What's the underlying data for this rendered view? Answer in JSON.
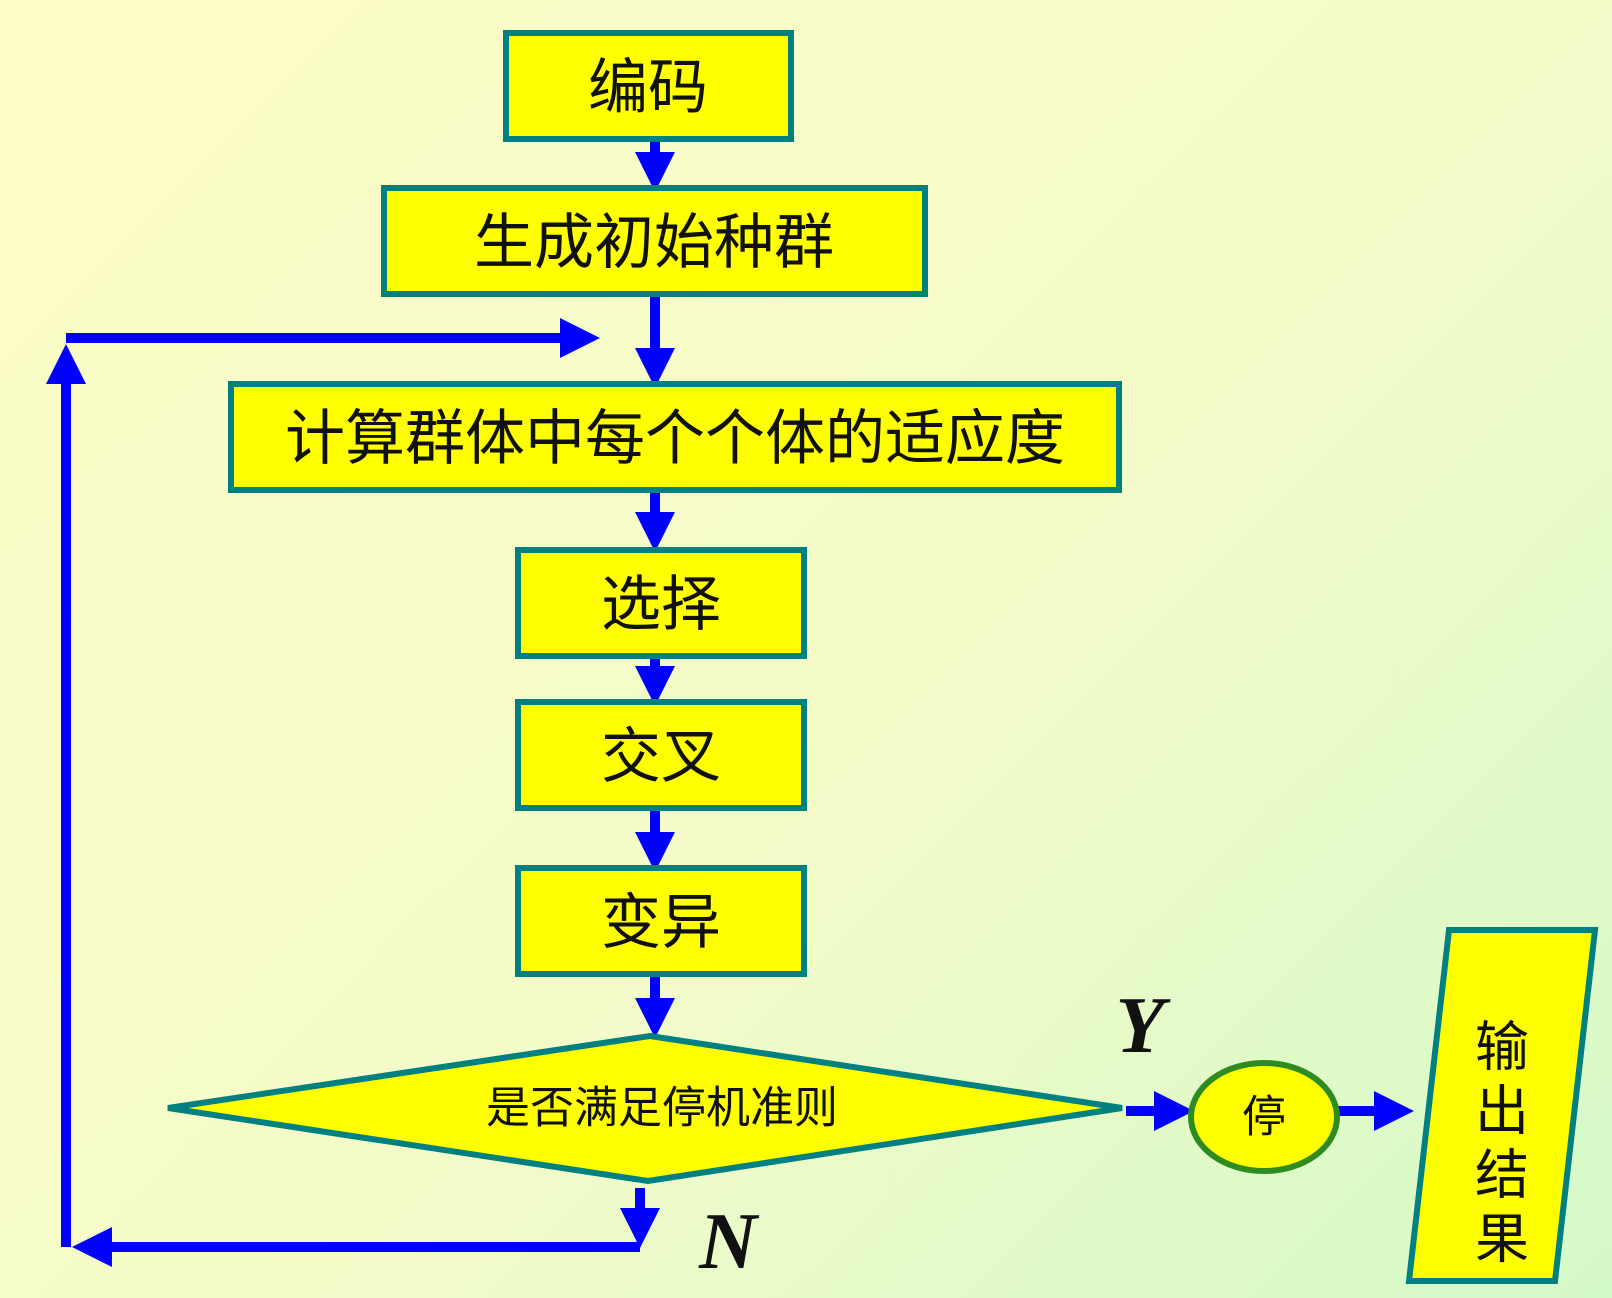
{
  "flowchart": {
    "steps": {
      "encode": "编码",
      "init_population": "生成初始种群",
      "fitness": "计算群体中每个个体的适应度",
      "selection": "选择",
      "crossover": "交叉",
      "mutation": "变异"
    },
    "decision": "是否满足停机准则",
    "yes_label": "Y",
    "no_label": "N",
    "stop": "停",
    "output": [
      "输",
      "出",
      "结",
      "果"
    ]
  },
  "colors": {
    "box_fill": "#ffff00",
    "box_border": "#008080",
    "arrow": "#0000ff",
    "stop_border": "#2e8b1f"
  }
}
